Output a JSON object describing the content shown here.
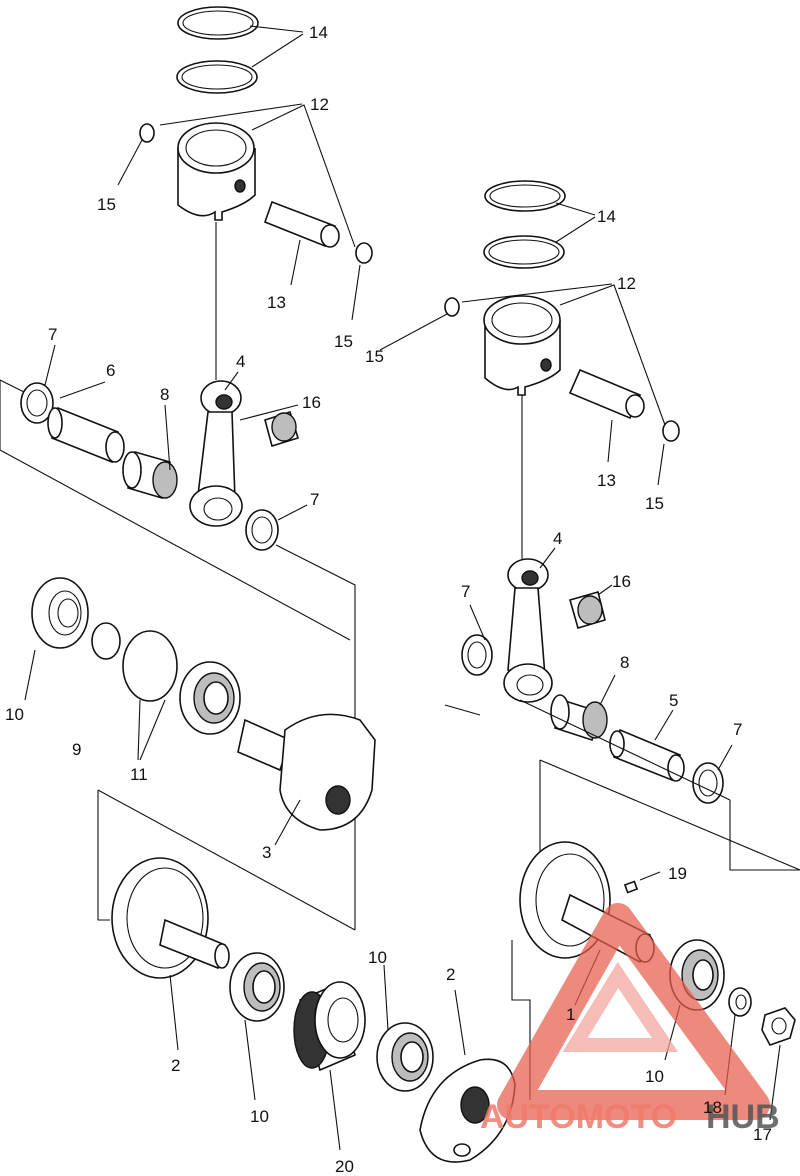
{
  "watermark": {
    "text_colored": "AUTOMOTO",
    "text_dark": "HUB",
    "colored": "#f07a6c",
    "dark": "#555555"
  },
  "labels": {
    "l14a": "14",
    "l12a": "12",
    "l15a": "15",
    "l13a": "13",
    "l15b": "15",
    "l14b": "14",
    "l12b": "12",
    "l15c": "15",
    "l13b": "13",
    "l15d": "15",
    "l7a": "7",
    "l6": "6",
    "l8a": "8",
    "l4a": "4",
    "l16a": "16",
    "l7b": "7",
    "l4b": "4",
    "l16b": "16",
    "l7c": "7",
    "l8b": "8",
    "l5": "5",
    "l7d": "7",
    "l10a": "10",
    "l9": "9",
    "l11": "11",
    "l3": "3",
    "l19": "19",
    "l2a": "2",
    "l10b": "10",
    "l20": "20",
    "l10c": "10",
    "l2b": "2",
    "l1": "1",
    "l10d": "10",
    "l18": "18",
    "l17": "17"
  }
}
